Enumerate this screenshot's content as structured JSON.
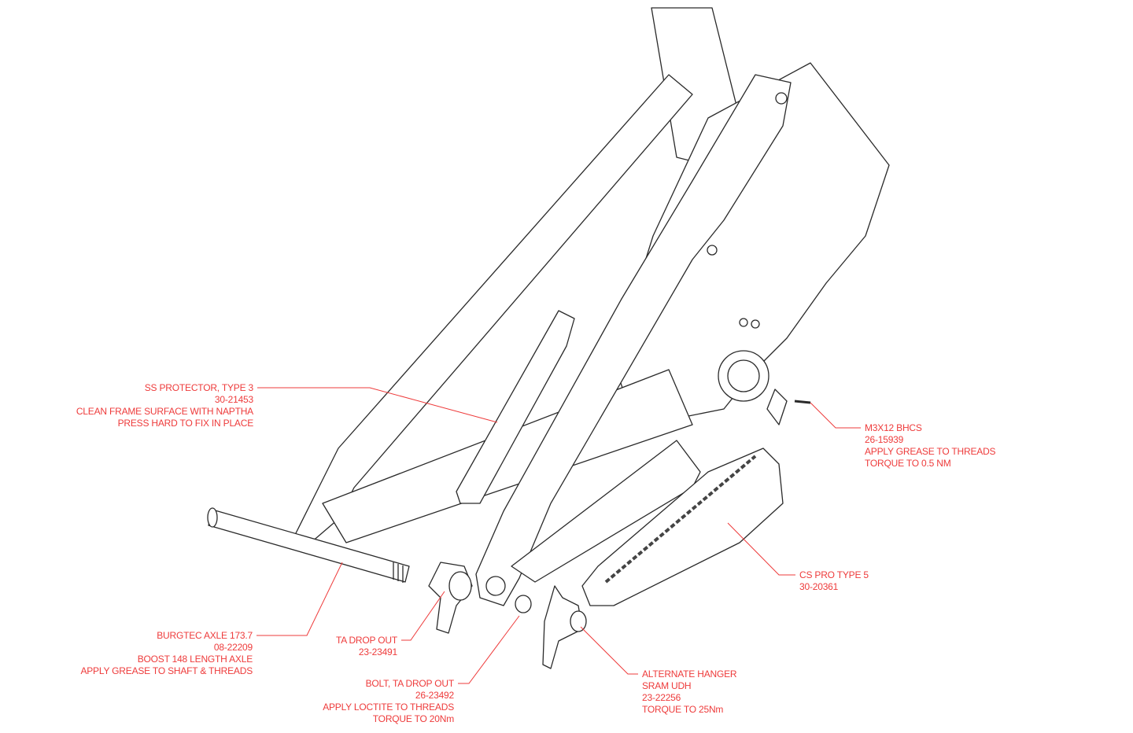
{
  "callouts": {
    "ss_protector": {
      "lines": [
        "SS PROTECTOR, TYPE 3",
        "30-21453",
        "CLEAN FRAME SURFACE WITH NAPTHA",
        "PRESS HARD TO FIX IN PLACE"
      ]
    },
    "m3x12": {
      "lines": [
        "M3X12 BHCS",
        "26-15939",
        "APPLY GREASE TO THREADS",
        "TORQUE TO 0.5 NM"
      ]
    },
    "cs_pro": {
      "lines": [
        "CS PRO TYPE 5",
        "30-20361"
      ]
    },
    "axle": {
      "lines": [
        "BURGTEC AXLE 173.7",
        "08-22209",
        "BOOST 148 LENGTH AXLE",
        "APPLY GREASE TO SHAFT & THREADS"
      ]
    },
    "ta_drop_out": {
      "lines": [
        "TA DROP OUT",
        "23-23491"
      ]
    },
    "bolt": {
      "lines": [
        "BOLT, TA DROP OUT",
        "26-23492",
        "APPLY LOCTITE TO THREADS",
        "TORQUE TO 20Nm"
      ]
    },
    "hanger": {
      "lines": [
        "ALTERNATE HANGER",
        "SRAM UDH",
        "23-22256",
        "TORQUE TO 25Nm"
      ]
    }
  },
  "colors": {
    "callout": "#ee3b3b",
    "linework": "#222222"
  }
}
